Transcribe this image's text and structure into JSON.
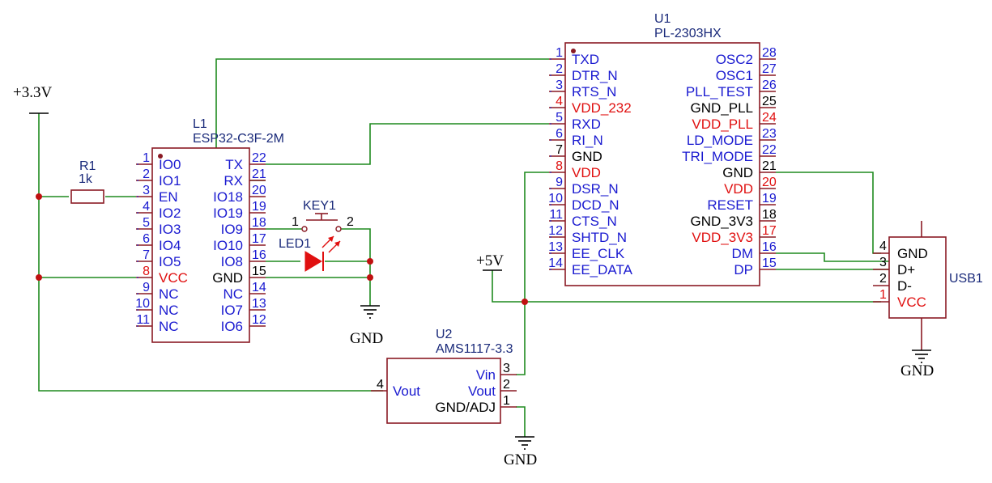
{
  "power": {
    "v33": "+3.3V",
    "v5": "+5V",
    "gnd": "GND"
  },
  "r1": {
    "designator": "R1",
    "value": "1k"
  },
  "l1": {
    "designator": "L1",
    "part": "ESP32-C3F-2M",
    "left_pins": [
      {
        "num": "1",
        "name": "IO0"
      },
      {
        "num": "2",
        "name": "IO1"
      },
      {
        "num": "3",
        "name": "EN"
      },
      {
        "num": "4",
        "name": "IO2"
      },
      {
        "num": "5",
        "name": "IO3"
      },
      {
        "num": "6",
        "name": "IO4"
      },
      {
        "num": "7",
        "name": "IO5"
      },
      {
        "num": "8",
        "name": "VCC"
      },
      {
        "num": "9",
        "name": "NC"
      },
      {
        "num": "10",
        "name": "NC"
      },
      {
        "num": "11",
        "name": "NC"
      }
    ],
    "right_pins": [
      {
        "num": "22",
        "name": "TX"
      },
      {
        "num": "21",
        "name": "RX"
      },
      {
        "num": "20",
        "name": "IO18"
      },
      {
        "num": "19",
        "name": "IO19"
      },
      {
        "num": "18",
        "name": "IO9"
      },
      {
        "num": "17",
        "name": "IO10"
      },
      {
        "num": "16",
        "name": "IO8"
      },
      {
        "num": "15",
        "name": "GND"
      },
      {
        "num": "14",
        "name": "NC"
      },
      {
        "num": "13",
        "name": "IO7"
      },
      {
        "num": "12",
        "name": "IO6"
      }
    ]
  },
  "key1": {
    "designator": "KEY1",
    "pin1": "1",
    "pin2": "2"
  },
  "led1": {
    "designator": "LED1"
  },
  "u1": {
    "designator": "U1",
    "part": "PL-2303HX",
    "left_pins": [
      {
        "num": "1",
        "name": "TXD"
      },
      {
        "num": "2",
        "name": "DTR_N"
      },
      {
        "num": "3",
        "name": "RTS_N"
      },
      {
        "num": "4",
        "name": "VDD_232"
      },
      {
        "num": "5",
        "name": "RXD"
      },
      {
        "num": "6",
        "name": "RI_N"
      },
      {
        "num": "7",
        "name": "GND"
      },
      {
        "num": "8",
        "name": "VDD"
      },
      {
        "num": "9",
        "name": "DSR_N"
      },
      {
        "num": "10",
        "name": "DCD_N"
      },
      {
        "num": "11",
        "name": "CTS_N"
      },
      {
        "num": "12",
        "name": "SHTD_N"
      },
      {
        "num": "13",
        "name": "EE_CLK"
      },
      {
        "num": "14",
        "name": "EE_DATA"
      }
    ],
    "right_pins": [
      {
        "num": "28",
        "name": "OSC2"
      },
      {
        "num": "27",
        "name": "OSC1"
      },
      {
        "num": "26",
        "name": "PLL_TEST"
      },
      {
        "num": "25",
        "name": "GND_PLL"
      },
      {
        "num": "24",
        "name": "VDD_PLL"
      },
      {
        "num": "23",
        "name": "LD_MODE"
      },
      {
        "num": "22",
        "name": "TRI_MODE"
      },
      {
        "num": "21",
        "name": "GND"
      },
      {
        "num": "20",
        "name": "VDD"
      },
      {
        "num": "19",
        "name": "RESET"
      },
      {
        "num": "18",
        "name": "GND_3V3"
      },
      {
        "num": "17",
        "name": "VDD_3V3"
      },
      {
        "num": "16",
        "name": "DM"
      },
      {
        "num": "15",
        "name": "DP"
      }
    ]
  },
  "u2": {
    "designator": "U2",
    "part": "AMS1117-3.3",
    "pins": [
      {
        "num": "3",
        "name": "Vin"
      },
      {
        "num": "2",
        "name": "Vout"
      },
      {
        "num": "1",
        "name": "GND/ADJ"
      },
      {
        "num": "4",
        "name": "Vout"
      }
    ]
  },
  "usb1": {
    "designator": "USB1",
    "pins": [
      {
        "num": "4",
        "name": "GND"
      },
      {
        "num": "3",
        "name": "D+"
      },
      {
        "num": "2",
        "name": "D-"
      },
      {
        "num": "1",
        "name": "VCC"
      }
    ]
  }
}
